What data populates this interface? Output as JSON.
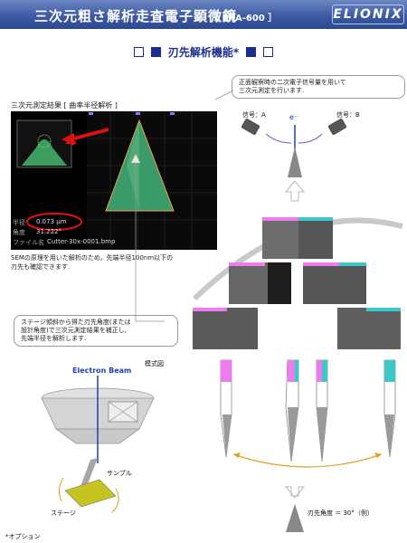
{
  "header": {
    "title": "三次元粗さ解析走査電子顕微鏡",
    "model": "［ ERA-600 ］",
    "logo": "ELIONIX"
  },
  "section": {
    "title": "刃先解析機能*"
  },
  "callout_top": {
    "line1": "正面観察時の二次電子信号量を用いて",
    "line2": "三次元測定を行います."
  },
  "result": {
    "title": "三次元測定結果 [ 曲率半径解析 ]",
    "readout_label1": "半径",
    "readout_value1": "0.073 μm",
    "readout_label2": "角度",
    "readout_value2": "31.222°",
    "readout_label3": "ファイル名",
    "readout_value3": "Cutter-30x-0001.bmp"
  },
  "signals": {
    "a": "信号：A",
    "b": "信号：B",
    "electron": "e⁻"
  },
  "sem_text": {
    "line1": "SEMの原理を用いた解析のため，先端半径100nm以下の",
    "line2": "刃先も確認できます."
  },
  "callout_bottom": {
    "line1": "ステージ傾斜から得た刃先角度(または",
    "line2": "設計角度)で三次元測定結果を補正し,",
    "line3": "先端半径を解析します."
  },
  "diagram": {
    "schematic_label": "模式図",
    "beam_label": "Electron Beam",
    "sample_label": "サンプル",
    "stage_label": "ステージ"
  },
  "angle": {
    "label": "刃先角度 ＝ 30°（例）"
  },
  "footnote": "*オプション",
  "colors": {
    "header": "#3d5aa3",
    "title_blue": "#1d2d8e",
    "magenta": "#ef7bf0",
    "cyan": "#3dc7c7",
    "green_fill": "#4fa86b",
    "red": "#e01010"
  }
}
